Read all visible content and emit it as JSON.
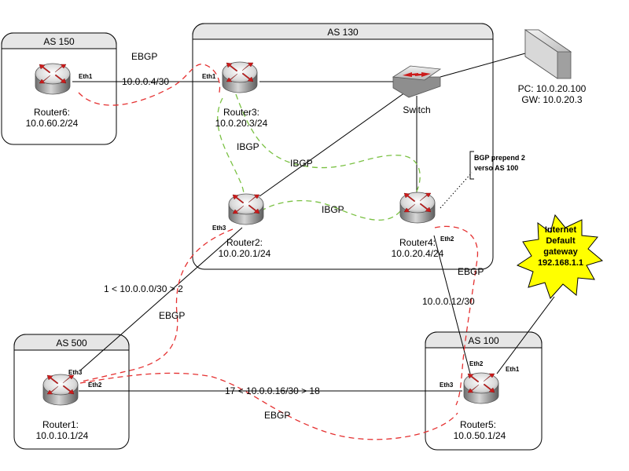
{
  "autonomous_systems": {
    "as150": "AS 150",
    "as130": "AS 130",
    "as500": "AS 500",
    "as100": "AS 100"
  },
  "routers": {
    "router6": {
      "name": "Router6:",
      "net": "10.0.60.2/24",
      "iface": "Eth1"
    },
    "router3": {
      "name": "Router3:",
      "net": "10.0.20.3/24",
      "iface": "Eth1"
    },
    "router2": {
      "name": "Router2:",
      "net": "10.0.20.1/24",
      "iface": "Eth3"
    },
    "router4": {
      "name": "Router4:",
      "net": "10.0.20.4/24",
      "iface": "Eth2"
    },
    "router1": {
      "name": "Router1:",
      "net": "10.0.10.1/24",
      "iface_a": "Eth3",
      "iface_b": "Eth2"
    },
    "router5": {
      "name": "Router5:",
      "net": "10.0.50.1/24",
      "iface_a": "Eth2",
      "iface_b": "Eth1",
      "iface_c": "Eth3"
    }
  },
  "switch": {
    "label": "Switch"
  },
  "pc": {
    "ip": "PC: 10.0.20.100",
    "gw": "GW: 10.0.20.3"
  },
  "links": {
    "r6_r3": "10.0.0.4/30",
    "r2_r1": "1 < 10.0.0.0/30 > 2",
    "r1_r5": "17 < 10.0.0.16/30 > 18",
    "r4_r5": "10.0.0.12/30"
  },
  "sessions": {
    "ebgp": "EBGP",
    "ibgp": "IBGP"
  },
  "note": {
    "line1": "BGP prepend 2",
    "line2": "verso AS 100"
  },
  "internet": {
    "line1": "Internet",
    "line2": "Default",
    "line3": "gateway",
    "line4": "192.168.1.1"
  },
  "colors": {
    "ebgp": "#e53030",
    "ibgp": "#7ac143",
    "router_arrows": "#cc1b1b",
    "burst": "#ffff00"
  }
}
